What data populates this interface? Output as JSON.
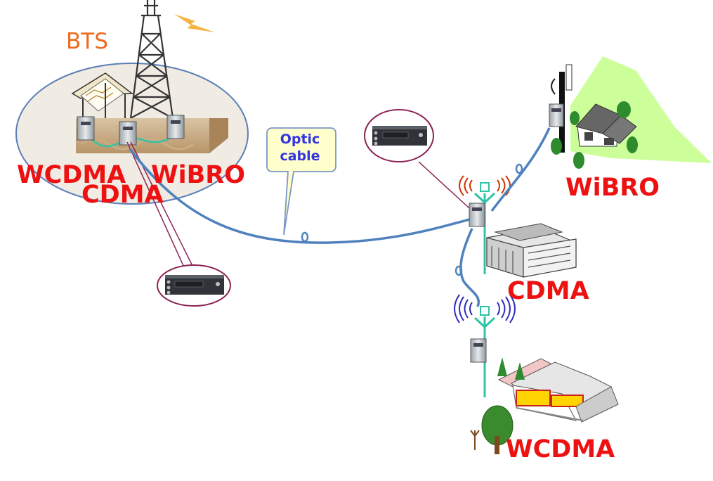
{
  "bts": {
    "label": "BTS"
  },
  "bts_services": {
    "wcdma": "WCDMA",
    "wibro": "WiBRO",
    "cdma": "CDMA"
  },
  "callout": {
    "line1": "Optic",
    "line2": "cable"
  },
  "remote_sites": {
    "wibro": "WiBRO",
    "cdma": "CDMA",
    "wcdma": "WCDMA"
  },
  "colors": {
    "service_label": "#ee1111",
    "bts_label": "#ee6a1f",
    "callout_text": "#3535e0",
    "cable": "#4f81bd",
    "fiber": "#2ec4a6",
    "zoom_ring": "#8b2252"
  }
}
